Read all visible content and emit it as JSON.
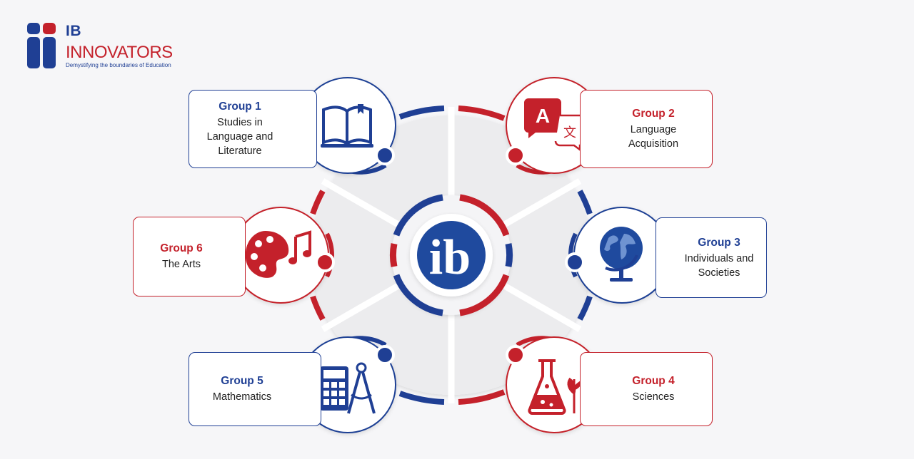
{
  "brand": {
    "short": "IB",
    "name": "INNOVATORS",
    "tagline": "Demystifying the boundaries of Education"
  },
  "center_logo": {
    "text": "ib"
  },
  "groups": [
    {
      "title": "Group 1",
      "subject": "Studies in Language and Literature",
      "color": "#1f3f94",
      "icon": "book-icon"
    },
    {
      "title": "Group 2",
      "subject": "Language Acquisition",
      "color": "#c4212b",
      "icon": "translate-icon"
    },
    {
      "title": "Group 3",
      "subject": "Individuals and Societies",
      "color": "#1f3f94",
      "icon": "globe-icon"
    },
    {
      "title": "Group 4",
      "subject": "Sciences",
      "color": "#c4212b",
      "icon": "flask-icon"
    },
    {
      "title": "Group 5",
      "subject": "Mathematics",
      "color": "#1f3f94",
      "icon": "calculator-compass-icon"
    },
    {
      "title": "Group 6",
      "subject": "The Arts",
      "color": "#c4212b",
      "icon": "palette-music-icon"
    }
  ],
  "colors": {
    "blue": "#1f3f94",
    "red": "#c4212b"
  }
}
